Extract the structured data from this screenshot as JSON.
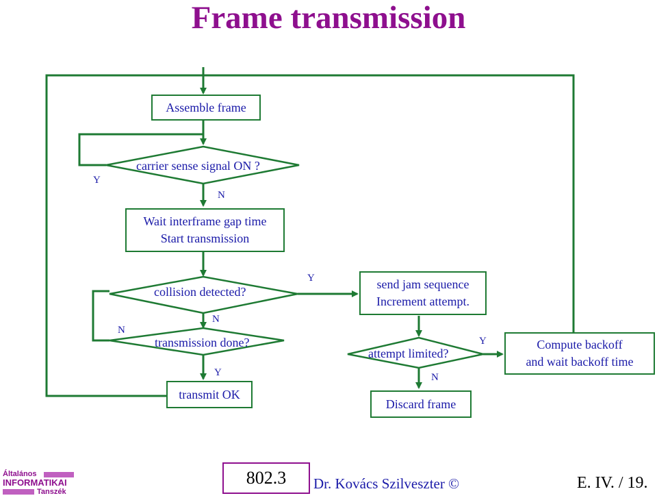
{
  "title": "Frame transmission",
  "colors": {
    "title": "#8e0f8e",
    "line": "#1e7a33",
    "text": "#1a1aa8"
  },
  "nodes": {
    "assemble": "Assemble frame",
    "carrier": "carrier sense signal ON ?",
    "wait_line1": "Wait interframe gap time",
    "wait_line2": "Start transmission",
    "collision": "collision detected?",
    "done": "transmission done?",
    "ok": "transmit OK",
    "jam_line1": "send jam sequence",
    "jam_line2": "Increment attempt.",
    "limited": "attempt limited?",
    "discard": "Discard frame",
    "backoff_line1": "Compute backoff",
    "backoff_line2": "and wait backoff time"
  },
  "edge_labels": {
    "carrier_yes": "Y",
    "carrier_no": "N",
    "collision_yes": "Y",
    "collision_no": "N",
    "done_no": "N",
    "done_yes": "Y",
    "limited_yes": "Y",
    "limited_no": "N"
  },
  "footer": {
    "logo_line1": "Általános",
    "logo_line2": "INFORMATIKAI",
    "logo_line3": "Tanszék",
    "standard": "802.3",
    "author": "Dr. Kovács Szilveszter ©",
    "page": "E. IV. / 19."
  }
}
